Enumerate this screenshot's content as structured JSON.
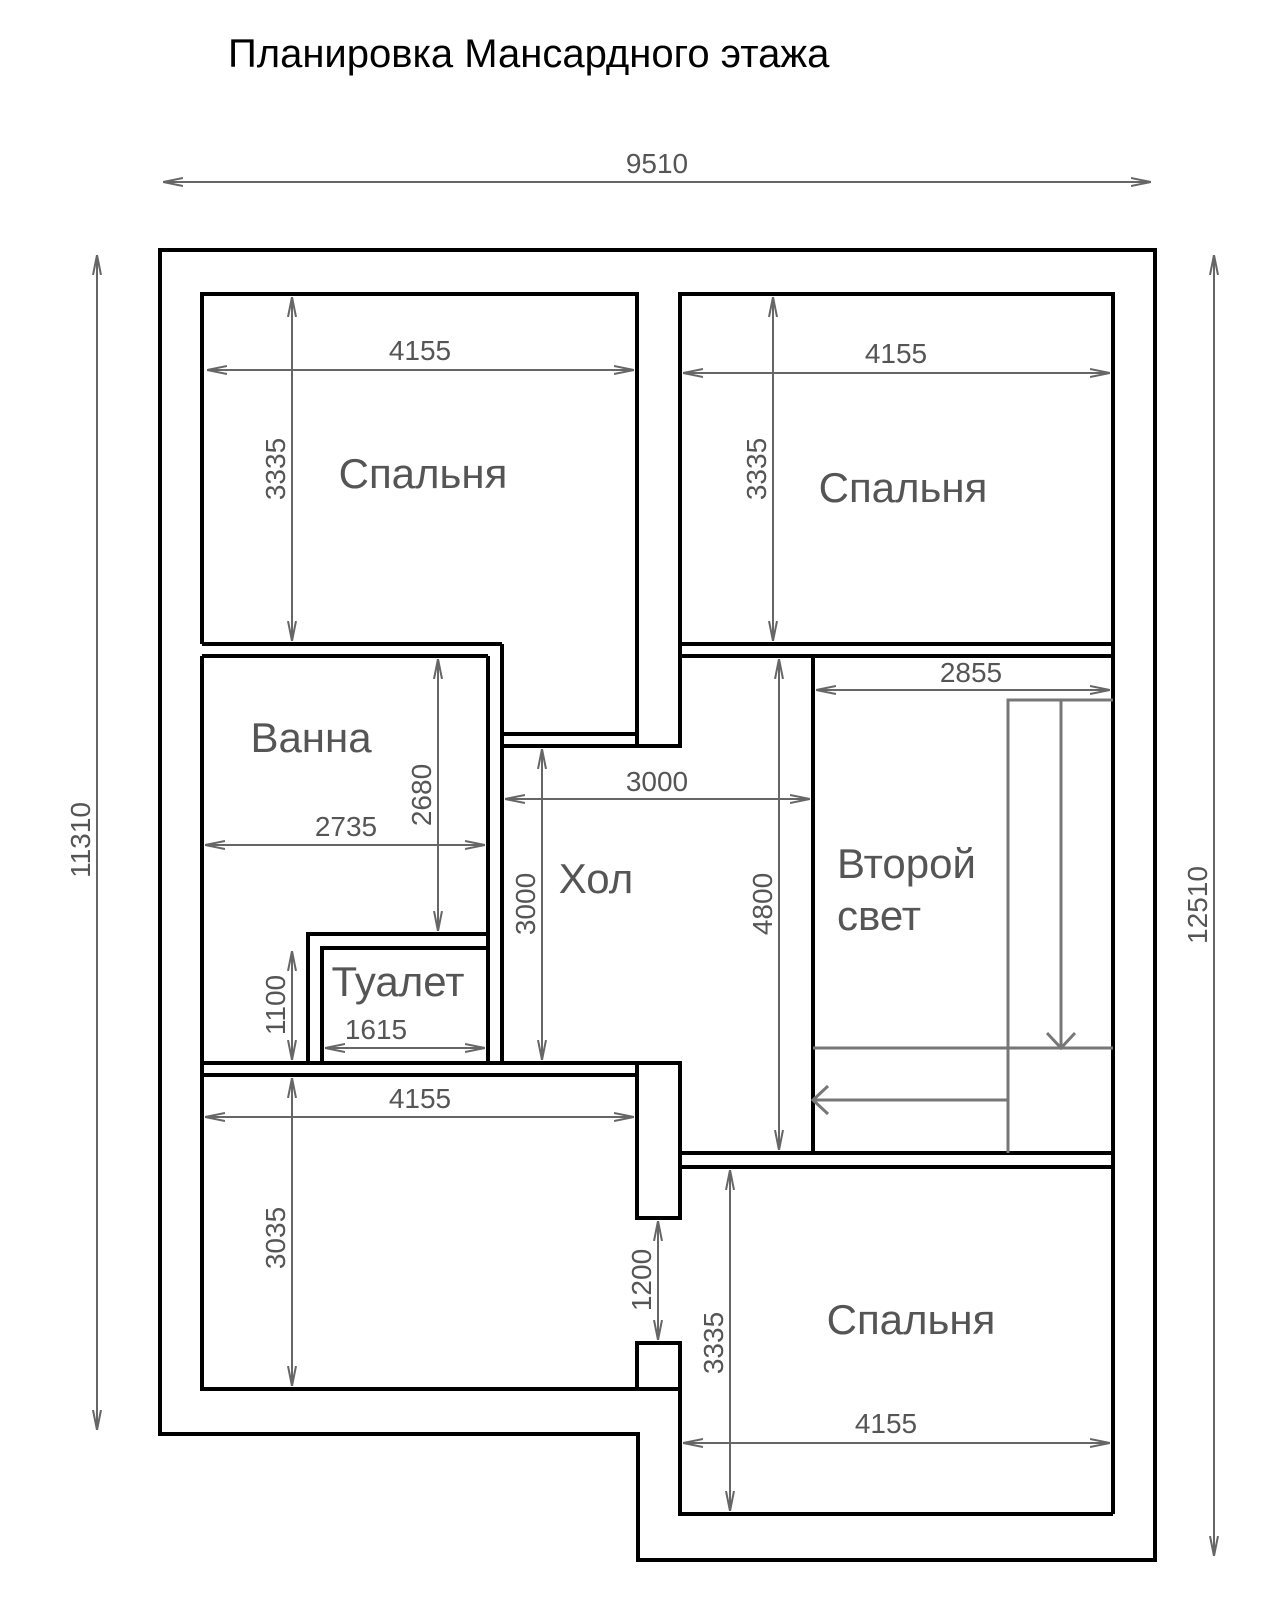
{
  "title": "Планировка Мансардного этажа",
  "rooms": {
    "bedroom_tl": "Спальня",
    "bedroom_tr": "Спальня",
    "bathroom": "Ванна",
    "hall": "Хол",
    "second_light_line1": "Второй",
    "second_light_line2": "свет",
    "toilet": "Туалет",
    "bedroom_br": "Спальня"
  },
  "dimensions": {
    "total_width": "9510",
    "left_height": "11310",
    "right_height": "12510",
    "bedroom_tl_w": "4155",
    "bedroom_tl_h": "3335",
    "bedroom_tr_w": "4155",
    "bedroom_tr_h": "3335",
    "second_light_w": "2855",
    "hall_w": "3000",
    "hall_h": "3000",
    "corridor_h": "4800",
    "bath_w": "2735",
    "bath_h": "2680",
    "toilet_h": "1100",
    "toilet_w": "1615",
    "bedroom_bl_w": "4155",
    "bedroom_bl_h": "3035",
    "door_gap": "1200",
    "bedroom_br_h": "3335",
    "bedroom_br_w": "4155"
  }
}
